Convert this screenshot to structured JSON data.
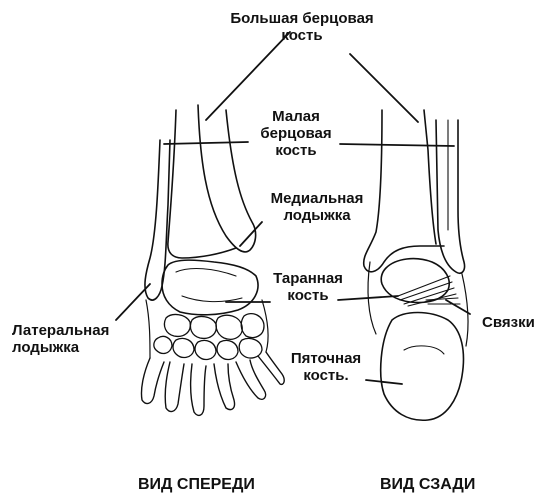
{
  "labels": {
    "tibia_line1": "Большая берцовая",
    "tibia_line2": "кость",
    "fibula_line1": "Малая",
    "fibula_line2": "берцовая",
    "fibula_line3": "кость",
    "medial_line1": "Медиальная",
    "medial_line2": "лодыжка",
    "talus_line1": "Таранная",
    "talus_line2": "кость",
    "lateral_line1": "Латеральная",
    "lateral_line2": "лодыжка",
    "calcaneus_line1": "Пяточная",
    "calcaneus_line2": "кость.",
    "ligaments": "Связки"
  },
  "captions": {
    "front": "ВИД СПЕРЕДИ",
    "back": "ВИД СЗАДИ"
  },
  "colors": {
    "ink": "#111111",
    "background": "#ffffff"
  }
}
